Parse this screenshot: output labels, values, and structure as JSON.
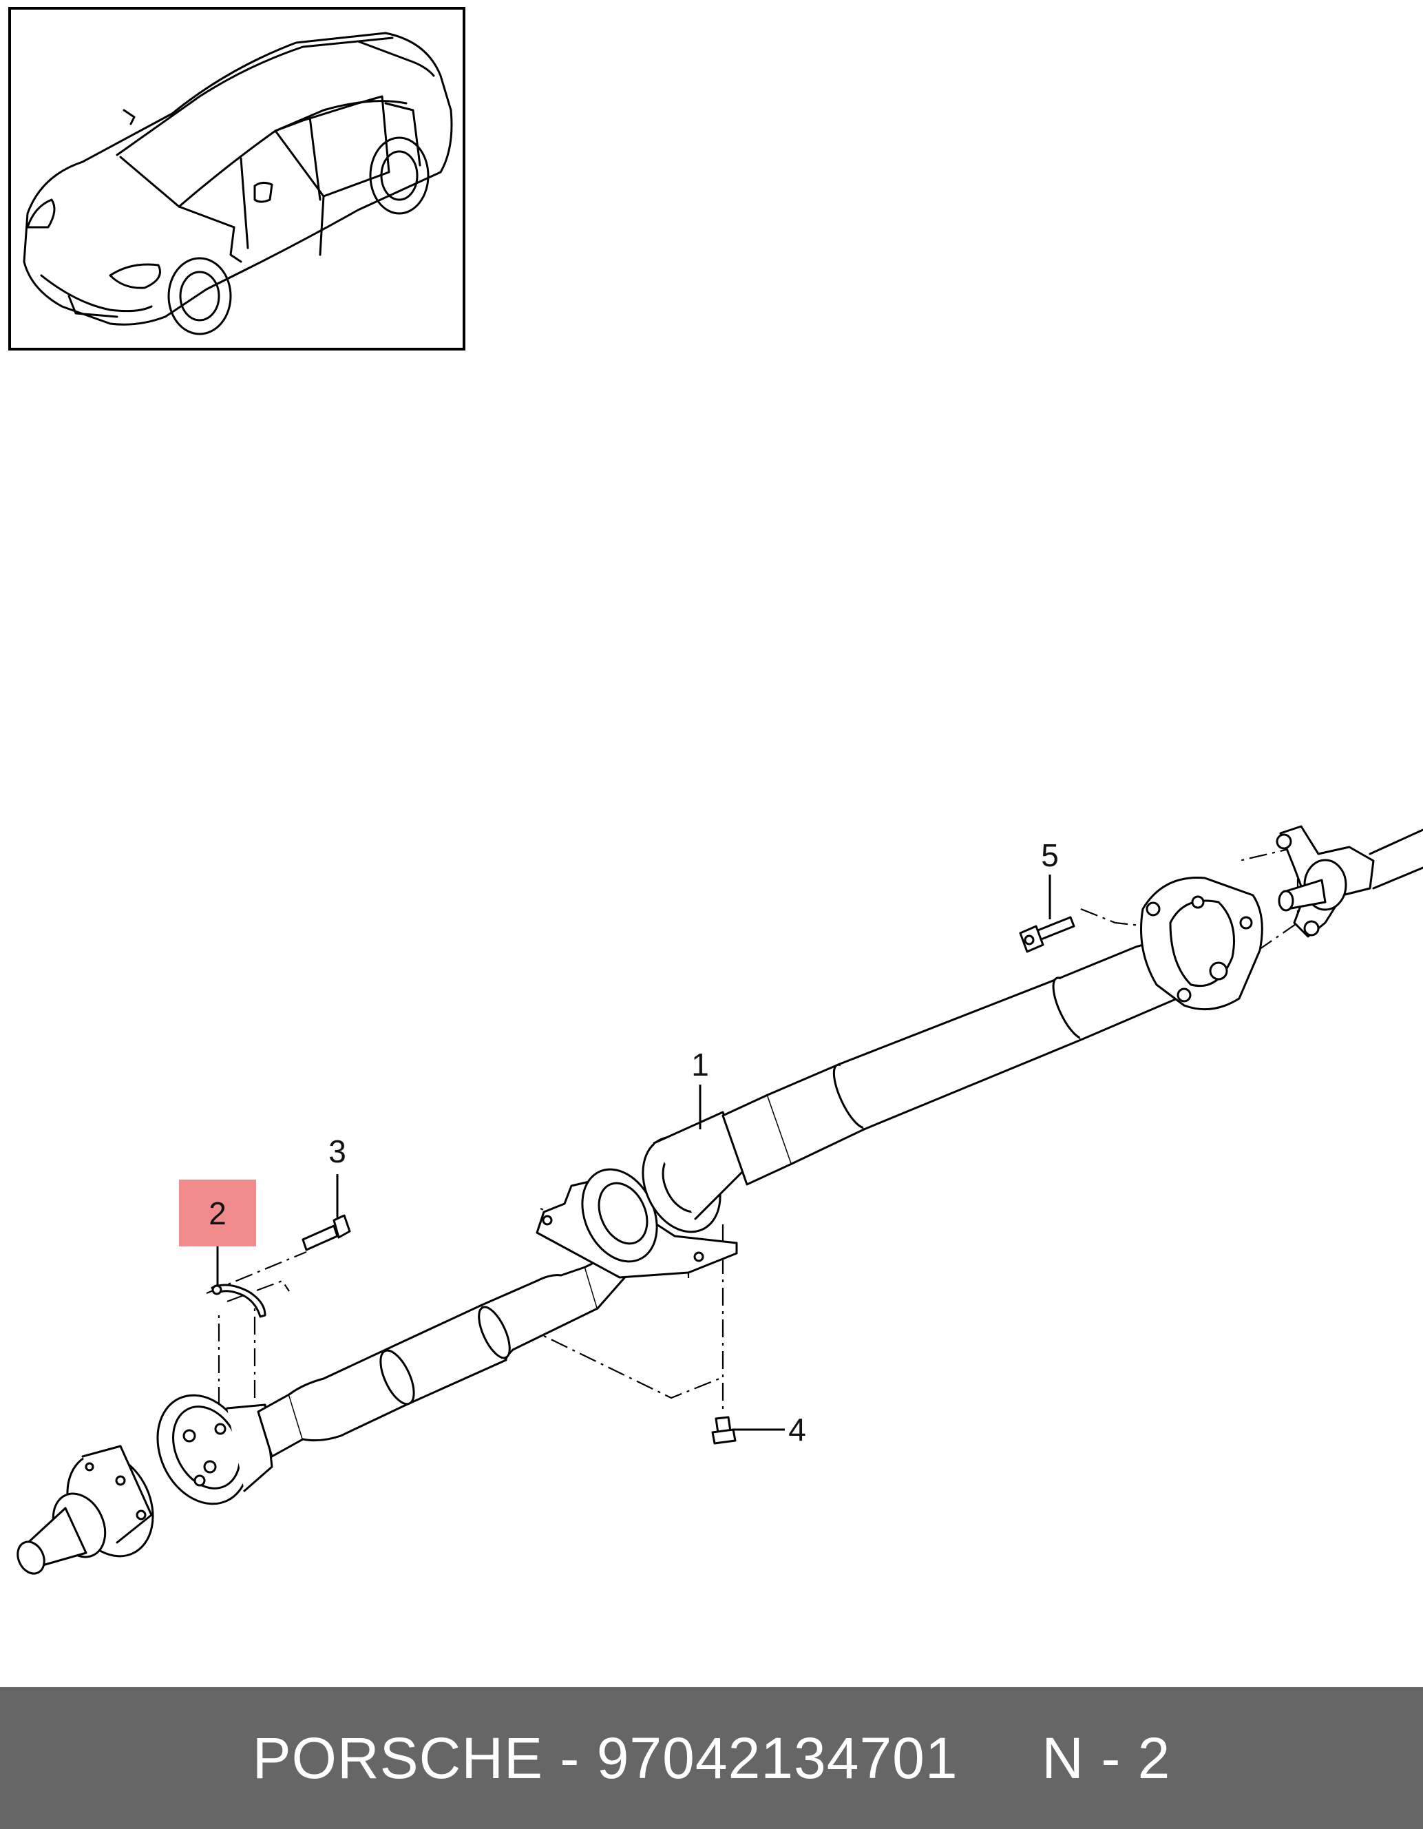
{
  "callouts": {
    "c1": "1",
    "c2": "2",
    "c3": "3",
    "c4": "4",
    "c5": "5"
  },
  "highlight": {
    "part": "2",
    "color": "#f28b8b"
  },
  "footer": {
    "brand": "PORSCHE",
    "separator": "-",
    "part_number": "97042134701",
    "ref_label": "N",
    "ref_separator": "-",
    "ref_number": "2",
    "background": "#666666",
    "text_color": "#ffffff"
  }
}
